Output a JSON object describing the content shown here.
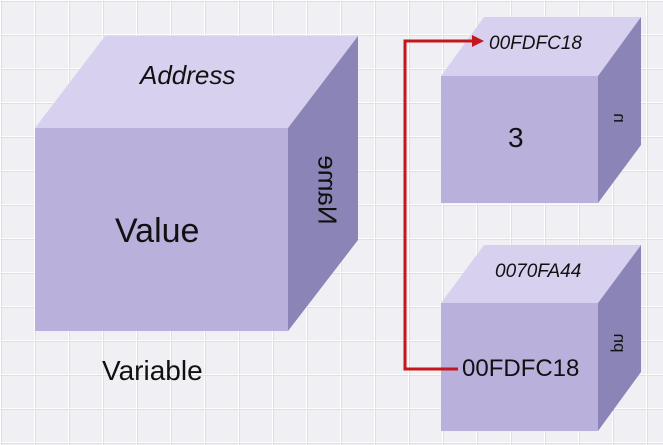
{
  "variable_box": {
    "address_label": "Address",
    "value_label": "Value",
    "name_label": "Name",
    "caption": "Variable"
  },
  "pointer_target_box": {
    "address": "00FDFC18",
    "value": "3",
    "name": "n"
  },
  "pointer_box": {
    "address": "0070FA44",
    "value": "00FDFC18",
    "name": "pn"
  },
  "colors": {
    "cube_front": "#b9b0dc",
    "cube_top": "#d7d1ef",
    "cube_side": "#8b84b6",
    "arrow": "#c4161c"
  }
}
